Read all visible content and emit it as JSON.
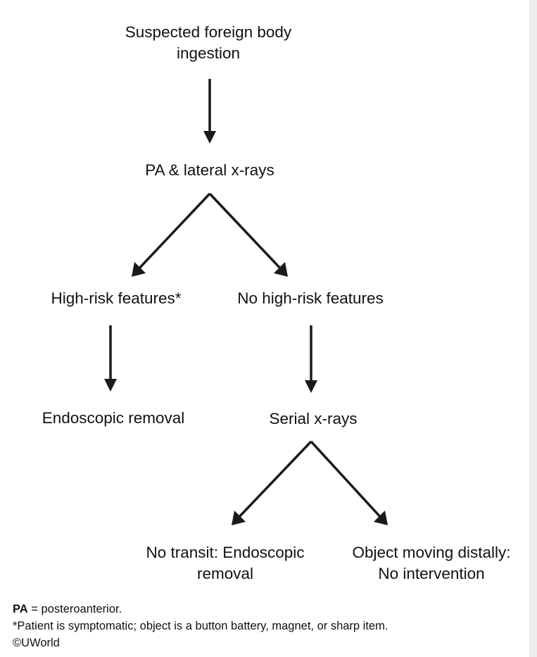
{
  "nodes": {
    "start": {
      "line1": "Suspected foreign body",
      "line2": "ingestion"
    },
    "xrays": "PA & lateral x-rays",
    "high_risk": "High-risk features*",
    "no_high_risk": "No high-risk features",
    "endo_removal": "Endoscopic removal",
    "serial_xrays": "Serial x-rays",
    "no_transit": {
      "line1": "No transit: Endoscopic",
      "line2": "removal"
    },
    "moving_distally": {
      "line1": "Object moving distally:",
      "line2": "No intervention"
    }
  },
  "footnotes": {
    "abbrev_term": "PA",
    "abbrev_def": " = posteroanterior.",
    "asterisk_note": "*Patient is symptomatic; object is a button battery, magnet, or sharp item.",
    "copyright": "©UWorld"
  },
  "colors": {
    "arrow": "#1a1a1a",
    "background": "#ffffff",
    "margin": "#eceef0"
  }
}
